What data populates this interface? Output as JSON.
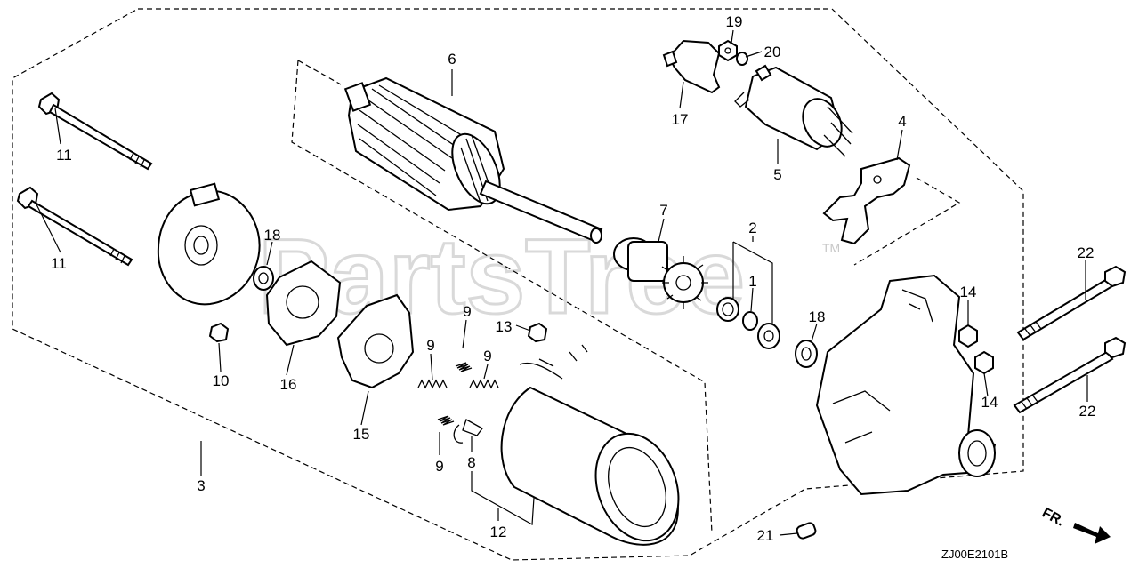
{
  "watermark": {
    "text": "PartsTree",
    "trademark": "TM"
  },
  "diagram_code": "ZJ00E2101B",
  "direction_label": "FR.",
  "callouts": {
    "c1": "1",
    "c2": "2",
    "c3": "3",
    "c4": "4",
    "c5": "5",
    "c6": "6",
    "c7": "7",
    "c8": "8",
    "c9a": "9",
    "c9b": "9",
    "c9c": "9",
    "c9d": "9",
    "c10": "10",
    "c11a": "11",
    "c11b": "11",
    "c12": "12",
    "c13": "13",
    "c14a": "14",
    "c14b": "14",
    "c15": "15",
    "c16": "16",
    "c17": "17",
    "c18a": "18",
    "c18b": "18",
    "c19": "19",
    "c20": "20",
    "c21": "21",
    "c22a": "22",
    "c22b": "22"
  }
}
